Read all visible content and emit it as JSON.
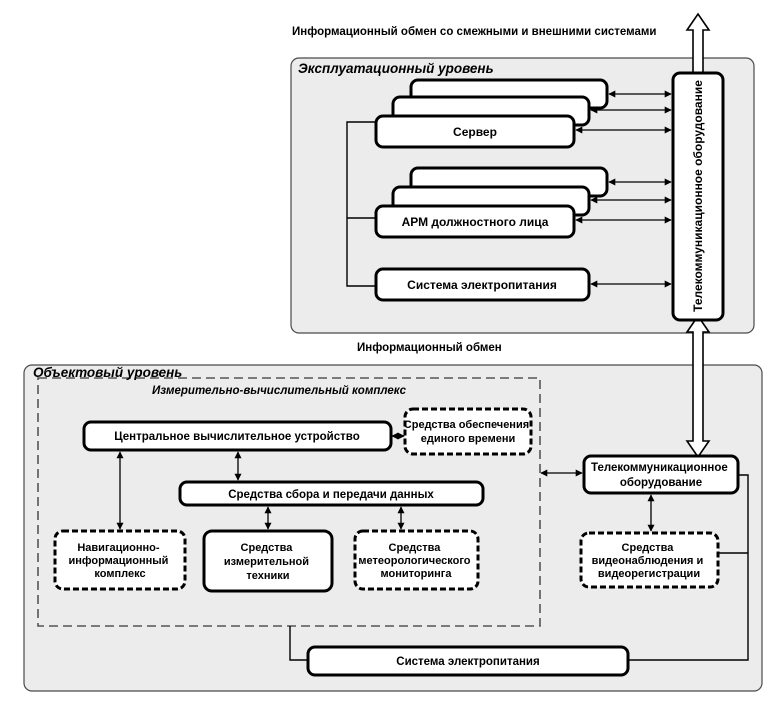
{
  "top_label": "Информационный обмен со смежными и внешними системами",
  "middle_label": "Информационный обмен",
  "operational": {
    "title": "Эксплуатационный уровень",
    "server": "Сервер",
    "workstation": "АРМ должностного лица",
    "power": "Система электропитания",
    "telecom": "Телекоммуникационное оборудование"
  },
  "object": {
    "title": "Объектовый уровень",
    "complex_title": "Измерительно-вычислительный комплекс",
    "cpu": "Центральное вычислительное устройство",
    "time": [
      "Средства обеспечения",
      "единого времени"
    ],
    "acquisition": "Средства сбора и передачи данных",
    "nav": [
      "Навигационно-",
      "информационный",
      "комплекс"
    ],
    "measure": [
      "Средства",
      "измерительной",
      "техники"
    ],
    "meteo": [
      "Средства",
      "метеорологического",
      "мониторинга"
    ],
    "telecom": [
      "Телекоммуникационное",
      "оборудование"
    ],
    "video": [
      "Средства",
      "видеонаблюдения и",
      "видеорегистрации"
    ],
    "power": "Система электропитания"
  }
}
